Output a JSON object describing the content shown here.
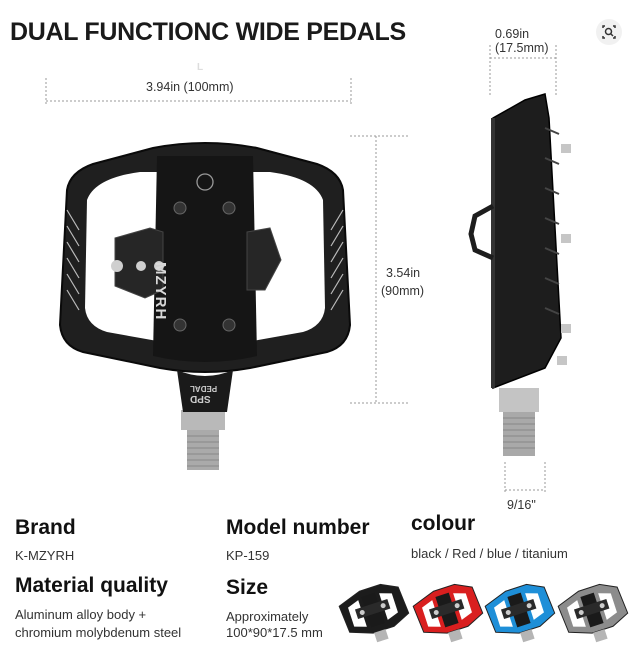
{
  "title": "DUAL FUNCTIONC WIDE PEDALS",
  "toolbar": {
    "lens_icon": "visual-search-icon"
  },
  "dimensions": {
    "width_label": "3.94in (100mm)",
    "height_label_in": "3.54in",
    "height_label_mm": "(90mm)",
    "thickness_label_in": "0.69in",
    "thickness_label_mm": "(17.5mm)",
    "thread_label": "9/16\""
  },
  "pedal_marks": {
    "brand_text": "MZYRH",
    "spd_text": "SPD",
    "pedal_text": "PEDAL",
    "side_letter": "L"
  },
  "specs": {
    "brand": {
      "label": "Brand",
      "value": "K-MZYRH"
    },
    "model": {
      "label": "Model number",
      "value": "KP-159"
    },
    "colour": {
      "label": "colour",
      "value": "black / Red / blue / titanium"
    },
    "material": {
      "label": "Material quality",
      "value_line1": "Aluminum alloy body +",
      "value_line2": "chromium molybdenum steel"
    },
    "size": {
      "label": "Size",
      "value_line1": "Approximately",
      "value_line2": "100*90*17.5 mm"
    }
  },
  "colour_variants": [
    {
      "name": "black",
      "color": "#1c1c1c"
    },
    {
      "name": "red",
      "color": "#d91f1f"
    },
    {
      "name": "blue",
      "color": "#1e8fd8"
    },
    {
      "name": "titanium",
      "color": "#8c8c8c"
    }
  ]
}
